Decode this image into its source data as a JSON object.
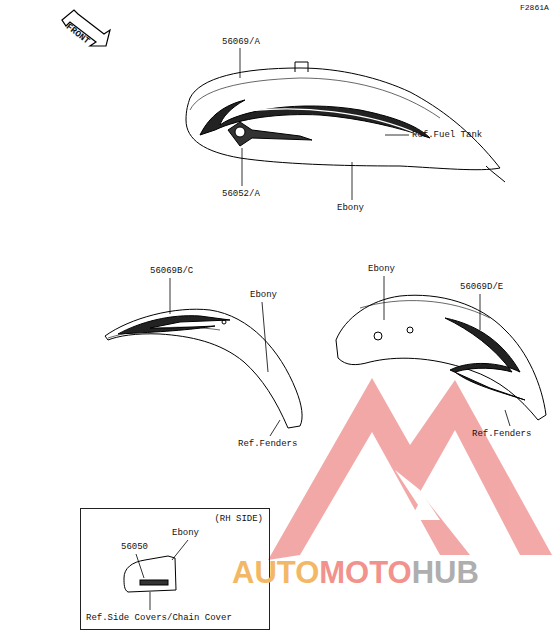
{
  "diagram": {
    "nodes": [
      {
        "text": [
          "(RH SIDE)"
        ]
      }
    ],
    "labels": [
      "F2861A",
      "FRONT",
      "56069/A",
      "Ref.Fuel Tank",
      "56052/A",
      "Ebony",
      "56069B/C",
      "Ebony",
      "Ref.Fenders",
      "Ebony",
      "56069D/E",
      "Ref.Fenders",
      "Ebony",
      "56050",
      "Ref.Side Covers/Chain Cover",
      "AUTO",
      "MOTO",
      "HUB"
    ]
  }
}
